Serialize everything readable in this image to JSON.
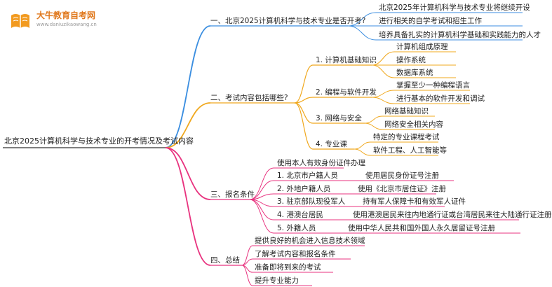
{
  "logo": {
    "name": "大牛教育自考网",
    "url": "www.daniuzikaowang.cn"
  },
  "colors": {
    "blue": "#3b8ee0",
    "orange": "#f0a81e",
    "pink": "#e8337f"
  },
  "root": "北京2025计算机科学与技术专业的开考情况及考试内容",
  "sections": [
    {
      "title": "一、北京2025计算机科学与技术专业是否开考?",
      "items": [
        "北京2025年计算机科学与技术专业将继续开设",
        "进行相关的自学考试和招生工作",
        "培养具备扎实的计算机科学基础和实践能力的人才"
      ]
    },
    {
      "title": "二、考试内容包括哪些?",
      "groups": [
        {
          "label": "1. 计算机基础知识",
          "items": [
            "计算机组成原理",
            "操作系统",
            "数据库系统"
          ]
        },
        {
          "label": "2. 编程与软件开发",
          "items": [
            "掌握至少一种编程语言",
            "进行基本的软件开发和调试"
          ]
        },
        {
          "label": "3. 网络与安全",
          "items": [
            "网络基础知识",
            "网络安全相关内容"
          ]
        },
        {
          "label": "4. 专业课",
          "items": [
            "特定的专业课程考试",
            "软件工程、人工智能等"
          ]
        }
      ]
    },
    {
      "title": "三、报名条件",
      "intro": "使用本人有效身份证件办理",
      "pairs": [
        {
          "label": "1. 北京市户籍人员",
          "value": "使用居民身份证号注册"
        },
        {
          "label": "2. 外地户籍人员",
          "value": "使用《北京市居住证》注册"
        },
        {
          "label": "3. 驻京部队现役军人",
          "value": "持有军人保障卡和有效军人证件"
        },
        {
          "label": "4. 港澳台居民",
          "value": "使用港澳居民来往内地通行证或台湾居民来往大陆通行证注册"
        },
        {
          "label": "5. 外籍人员",
          "value": "使用中华人民共和国外国人永久居留证号注册"
        }
      ]
    },
    {
      "title": "四、总结",
      "items": [
        "提供良好的机会进入信息技术领域",
        "了解考试内容和报名条件",
        "准备即将到来的考试",
        "提升专业能力"
      ]
    }
  ]
}
